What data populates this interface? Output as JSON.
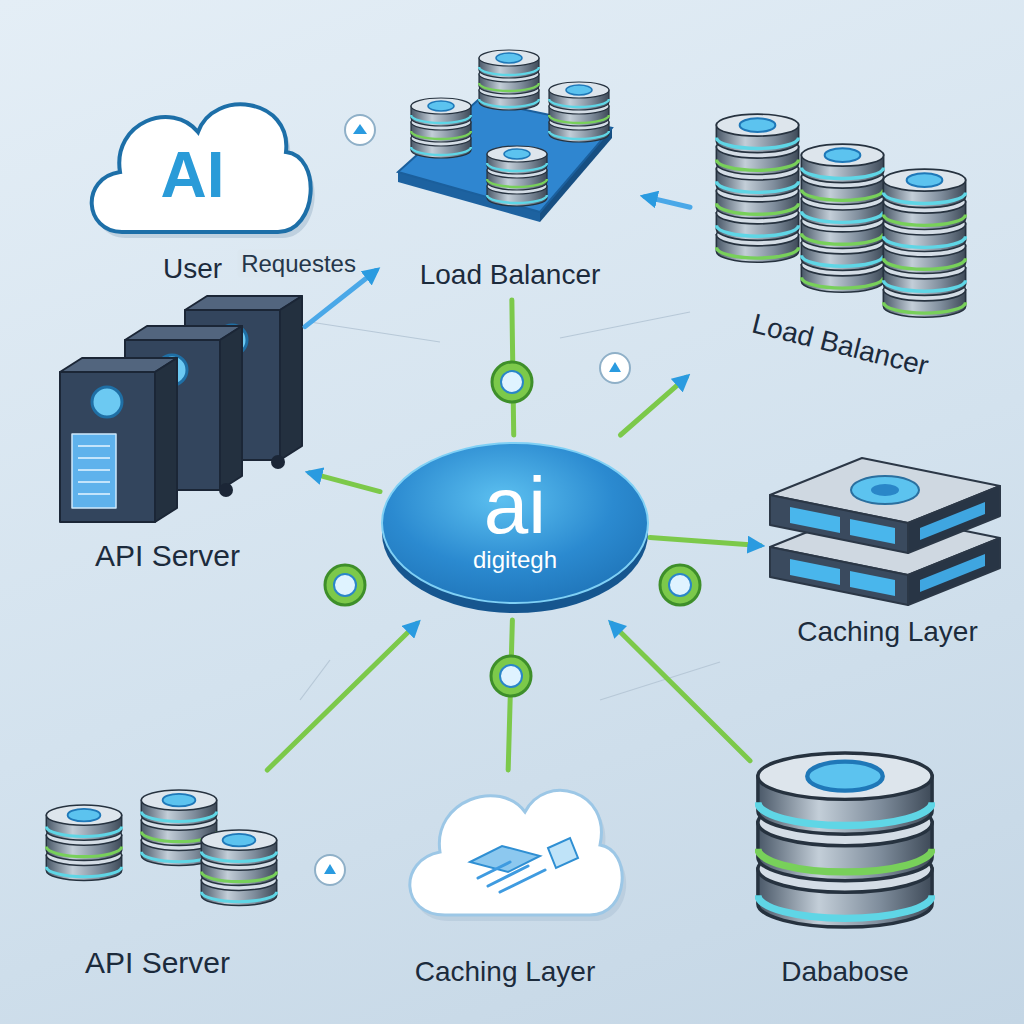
{
  "diagram": {
    "nodes": [
      {
        "text": [
          "AI",
          "User"
        ]
      },
      {
        "text": [
          "Load Balancer"
        ]
      },
      {
        "text": [
          "Load Balancer"
        ]
      },
      {
        "text": [
          "API Server"
        ]
      },
      {
        "text": [
          "ai",
          "digitegh"
        ]
      },
      {
        "text": [
          "Caching Layer"
        ]
      },
      {
        "text": [
          "API Server"
        ]
      },
      {
        "text": [
          "Caching Layer"
        ]
      },
      {
        "text": [
          "Dababose"
        ]
      }
    ],
    "edges": [
      {
        "from": 3,
        "to": 1,
        "arrow": "to",
        "label": "Requestes"
      },
      {
        "from": 2,
        "to": 1,
        "arrow": "to"
      },
      {
        "from": 4,
        "to": 3,
        "arrow": "to"
      },
      {
        "from": 4,
        "to": 1,
        "arrow": "none"
      },
      {
        "from": 4,
        "to": 2,
        "arrow": "to"
      },
      {
        "from": 4,
        "to": 5,
        "arrow": "to"
      },
      {
        "from": 6,
        "to": 4,
        "arrow": "to"
      },
      {
        "from": 4,
        "to": 7,
        "arrow": "none"
      },
      {
        "from": 8,
        "to": 4,
        "arrow": "to"
      }
    ]
  }
}
